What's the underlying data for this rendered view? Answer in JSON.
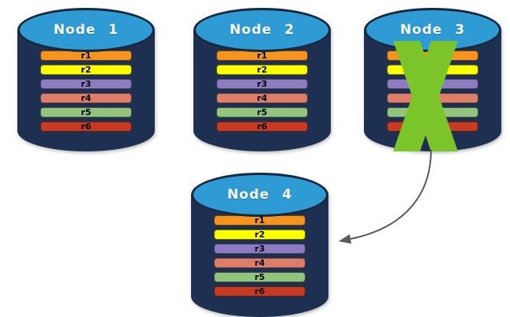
{
  "diagram": {
    "colors": {
      "background": "#FFFFFF",
      "cylinder_body": "#1E3052",
      "cylinder_top": "#2F9BD4",
      "cylinder_top_border": "#16293F",
      "failure_x": "#7BC52A",
      "arrow": "#5A5A5A",
      "node_title_text": "#FFFFFF",
      "replica_label_text": "#000000"
    },
    "nodes": [
      {
        "title": "Node 1",
        "state": "healthy",
        "replicas": [
          {
            "label": "r1",
            "color": "#F7941E"
          },
          {
            "label": "r2",
            "color": "#FDFE00"
          },
          {
            "label": "r3",
            "color": "#8E7CC3"
          },
          {
            "label": "r4",
            "color": "#DD7E6B"
          },
          {
            "label": "r5",
            "color": "#93C47D"
          },
          {
            "label": "r6",
            "color": "#C63B22"
          }
        ]
      },
      {
        "title": "Node 2",
        "state": "healthy",
        "replicas": [
          {
            "label": "r1",
            "color": "#F7941E"
          },
          {
            "label": "r2",
            "color": "#FDFE00"
          },
          {
            "label": "r3",
            "color": "#8E7CC3"
          },
          {
            "label": "r4",
            "color": "#DD7E6B"
          },
          {
            "label": "r5",
            "color": "#93C47D"
          },
          {
            "label": "r6",
            "color": "#C63B22"
          }
        ]
      },
      {
        "title": "Node 3",
        "state": "failed",
        "failure_icon": "green-x",
        "replicas": [
          {
            "label": "r1",
            "color": "#F7941E"
          },
          {
            "label": "r2",
            "color": "#FDFE00"
          },
          {
            "label": "r3",
            "color": "#8E7CC3"
          },
          {
            "label": "r4",
            "color": "#DD7E6B"
          },
          {
            "label": "r5",
            "color": "#93C47D"
          },
          {
            "label": "r6",
            "color": "#C63B22"
          }
        ]
      },
      {
        "title": "Node 4",
        "state": "healthy",
        "replicas": [
          {
            "label": "r1",
            "color": "#F7941E"
          },
          {
            "label": "r2",
            "color": "#FDFE00"
          },
          {
            "label": "r3",
            "color": "#8E7CC3"
          },
          {
            "label": "r4",
            "color": "#DD7E6B"
          },
          {
            "label": "r5",
            "color": "#93C47D"
          },
          {
            "label": "r6",
            "color": "#C63B22"
          }
        ]
      }
    ],
    "arrow": {
      "from": "Node 3",
      "to": "Node 4"
    }
  }
}
